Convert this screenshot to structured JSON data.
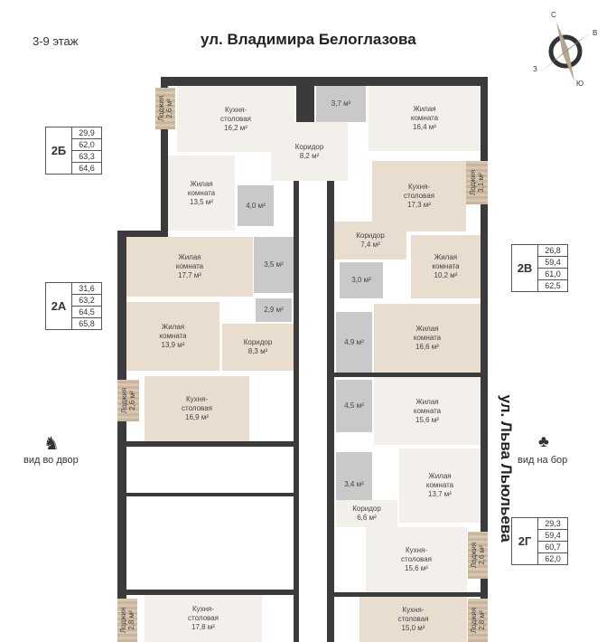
{
  "header": {
    "floor": "3-9 этаж",
    "street_top": "ул. Владимира Белоглазова",
    "street_right": "ул. Льва Льюльева"
  },
  "compass": {
    "n": "С",
    "e": "В",
    "s": "Ю",
    "w": "З"
  },
  "views": {
    "left": "вид во двор",
    "right": "вид на бор"
  },
  "apartments": [
    {
      "code": "2Б",
      "areas": [
        "29,9",
        "62,0",
        "63,3",
        "64,6"
      ]
    },
    {
      "code": "2А",
      "areas": [
        "31,6",
        "63,2",
        "64,5",
        "65,8"
      ]
    },
    {
      "code": "2В",
      "areas": [
        "26,8",
        "59,4",
        "61,0",
        "62,5"
      ]
    },
    {
      "code": "2Г",
      "areas": [
        "29,3",
        "59,4",
        "60,7",
        "62,0"
      ]
    }
  ],
  "rooms": {
    "k162": {
      "name": "Кухня-\nстоловая",
      "area": "16,2 м²"
    },
    "b37": {
      "area": "3,7 м²"
    },
    "l164": {
      "name": "Жилая\nкомната",
      "area": "16,4 м²"
    },
    "c82": {
      "name": "Коридор",
      "area": "8,2 м²"
    },
    "l135": {
      "name": "Жилая\nкомната",
      "area": "13,5 м²"
    },
    "b40": {
      "area": "4,0 м²"
    },
    "k173": {
      "name": "Кухня-\nстоловая",
      "area": "17,3 м²"
    },
    "c74": {
      "name": "Коридор",
      "area": "7,4 м²"
    },
    "l102": {
      "name": "Жилая\nкомната",
      "area": "10,2 м²"
    },
    "b30": {
      "area": "3,0 м²"
    },
    "l166": {
      "name": "Жилая\nкомната",
      "area": "16,6 м²"
    },
    "b49": {
      "area": "4,9 м²"
    },
    "l177": {
      "name": "Жилая\nкомната",
      "area": "17,7 м²"
    },
    "b35": {
      "area": "3,5 м²"
    },
    "b29": {
      "area": "2,9 м²"
    },
    "l139": {
      "name": "Жилая\nкомната",
      "area": "13,9 м²"
    },
    "c83": {
      "name": "Коридор",
      "area": "8,3 м²"
    },
    "k169": {
      "name": "Кухня-\nстоловая",
      "area": "16,9 м²"
    },
    "b45": {
      "area": "4,5 м²"
    },
    "l156": {
      "name": "Жилая\nкомната",
      "area": "15,6 м²"
    },
    "b34": {
      "area": "3,4 м²"
    },
    "l137": {
      "name": "Жилая\nкомната",
      "area": "13,7 м²"
    },
    "c66": {
      "name": "Коридор",
      "area": "6,6 м²"
    },
    "k156": {
      "name": "Кухня-\nстоловая",
      "area": "15,6 м²"
    },
    "k150": {
      "name": "Кухня-\nстоловая",
      "area": "15,0 м²"
    },
    "k178": {
      "name": "Кухня-\nстоловая",
      "area": "17,8 м²"
    }
  },
  "loggias": [
    {
      "label": "Лоджия",
      "area": "2,6 м²"
    },
    {
      "label": "Лоджия",
      "area": "3,1 м²"
    },
    {
      "label": "Лоджия",
      "area": "2,6 м²"
    },
    {
      "label": "Лоджия",
      "area": "2,6 м²"
    },
    {
      "label": "Лоджия",
      "area": "2,8 м²"
    },
    {
      "label": "Лоджия",
      "area": "2,8 м²"
    }
  ]
}
